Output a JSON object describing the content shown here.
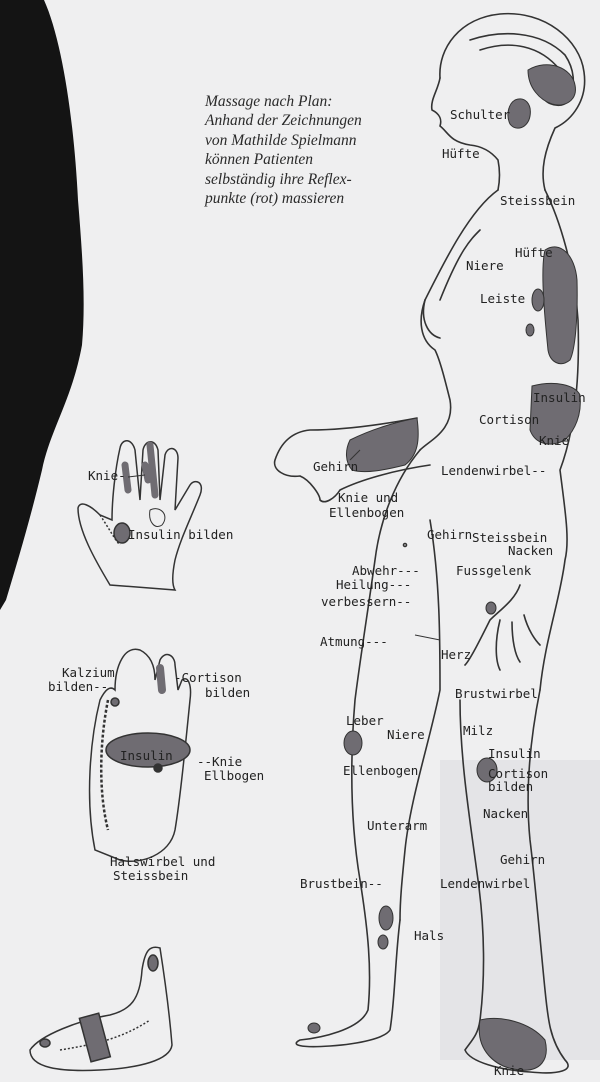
{
  "caption": [
    "Massage nach Plan:",
    "Anhand der Zeichnungen",
    "von Mathilde Spielmann",
    "können Patienten",
    "selbständig ihre Reflex-",
    "punkte (rot) massieren"
  ],
  "colors": {
    "paper": "#efeff0",
    "ink": "#222222",
    "reflex_zone": "#6f6c72",
    "dark_shape": "#141414"
  },
  "labels": {
    "schulter": "Schulter",
    "huefte_head": "Hüfte",
    "steissbein_top": "Steissbein",
    "huefte_right": "Hüfte",
    "niere_top": "Niere",
    "leiste": "Leiste",
    "insulin_right": "Insulin",
    "cortison_right": "Cortison",
    "knie_right": "Knie",
    "gehirn_arm": "Gehirn",
    "lendenwirbel_mid": "Lendenwirbel--",
    "knie_ellenbogen_1": "Knie und",
    "knie_ellenbogen_2": "Ellenbogen",
    "gehirn_mid": "Gehirn",
    "steissbein_mid": "Steissbein",
    "nacken_mid": "Nacken",
    "abwehr": "Abwehr---",
    "heilung": "Heilung---",
    "verbessern": "verbessern--",
    "fussgelenk": "Fussgelenk",
    "atmung": "Atmung---",
    "herz": "Herz",
    "brustwirbel_mid": "Brustwirbel",
    "leber": "Leber",
    "niere_low": "Niere",
    "milz": "Milz",
    "ellenbogen_low": "Ellenbogen",
    "insulin_low": "Insulin",
    "cortison_low_1": "Cortison",
    "cortison_low_2": "bilden",
    "nacken_low": "Nacken",
    "unterarm": "Unterarm",
    "gehirn_low": "Gehirn",
    "brustbein": "Brustbein--",
    "lendenwirbel_low": "Lendenwirbel",
    "hals": "Hals",
    "knie_bottom": "Knie",
    "hand_knie": "Knie-",
    "hand_insulin": "Insulin bilden",
    "foot_kalzium_1": "Kalzium",
    "foot_kalzium_2": "bilden--",
    "foot_cortison_1": "-Cortison",
    "foot_cortison_2": "bilden",
    "foot_insulin": "Insulin",
    "foot_knie_1": "--Knie",
    "foot_knie_2": "Ellbogen",
    "foot_hals_1": "Halswirbel und",
    "foot_hals_2": "Steissbein"
  }
}
